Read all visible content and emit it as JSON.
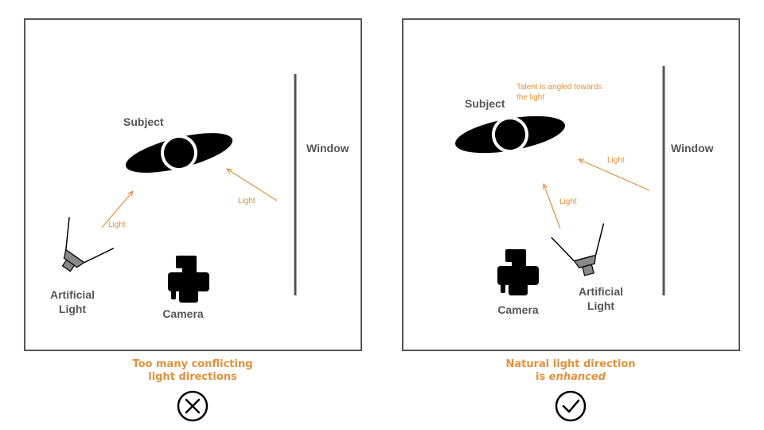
{
  "left": {
    "subject_label": "Subject",
    "window_label": "Window",
    "light_labels": [
      "Light",
      "Light"
    ],
    "artificial_light_label": [
      "Artificial",
      "Light"
    ],
    "camera_label": "Camera",
    "caption": [
      "Too many conflicting",
      "light directions"
    ],
    "status_icon": "x-circle-icon"
  },
  "right": {
    "subject_label": "Subject",
    "window_label": "Window",
    "note": [
      "Talent is angled towards",
      "the light"
    ],
    "light_labels": [
      "Light",
      "Light"
    ],
    "artificial_light_label": [
      "Artificial",
      "Light"
    ],
    "camera_label": "Camera",
    "caption_line1": "Natural light direction",
    "caption_line2_prefix": "is ",
    "caption_line2_emph": "enhanced",
    "status_icon": "check-circle-icon"
  },
  "colors": {
    "accent": "#e3913a",
    "text": "#555555",
    "shape": "#000000"
  }
}
